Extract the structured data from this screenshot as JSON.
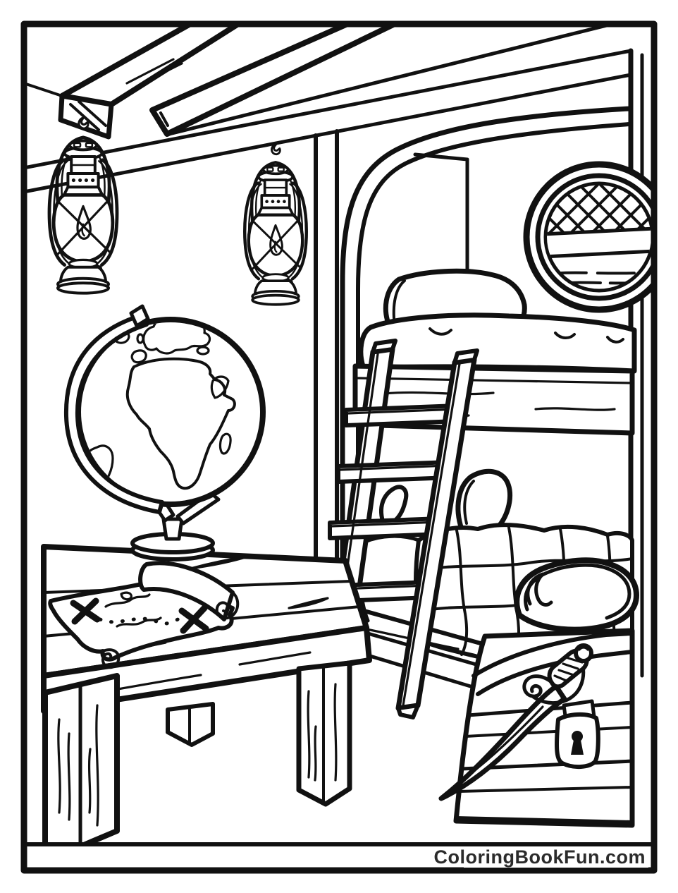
{
  "page": {
    "kind": "coloring book page",
    "setting": "pirate ship cabin interior, black line art on white"
  },
  "footer": {
    "website": "ColoringBookFun.com"
  },
  "colors": {
    "line": "#111111",
    "background": "#ffffff",
    "footer_text": "#2b2b2b"
  },
  "scene": {
    "objects": [
      {
        "id": "ceiling-beams",
        "label": "wooden ceiling beams"
      },
      {
        "id": "hanging-lantern-left",
        "label": "hanging oil lantern with flame"
      },
      {
        "id": "hanging-lantern-right",
        "label": "hanging oil lantern with flame"
      },
      {
        "id": "world-globe",
        "label": "world globe on stand"
      },
      {
        "id": "wooden-table",
        "label": "wooden plank table"
      },
      {
        "id": "treasure-map",
        "label": "treasure map scroll with X marks and dotted trail"
      },
      {
        "id": "alcove-arch",
        "label": "arched bunk alcove"
      },
      {
        "id": "bunk-beds",
        "label": "bunk beds with pillows and mattresses"
      },
      {
        "id": "quilt",
        "label": "patchwork quilt"
      },
      {
        "id": "bunk-ladder",
        "label": "wooden ladder to top bunk"
      },
      {
        "id": "porthole-window",
        "label": "porthole window with lattice and sea"
      },
      {
        "id": "pirate-hat",
        "label": "tricorn pirate hat"
      },
      {
        "id": "treasure-chest",
        "label": "treasure chest with hasp lock and keyhole"
      },
      {
        "id": "cutlass-sword",
        "label": "curved cutlass sword"
      }
    ]
  }
}
